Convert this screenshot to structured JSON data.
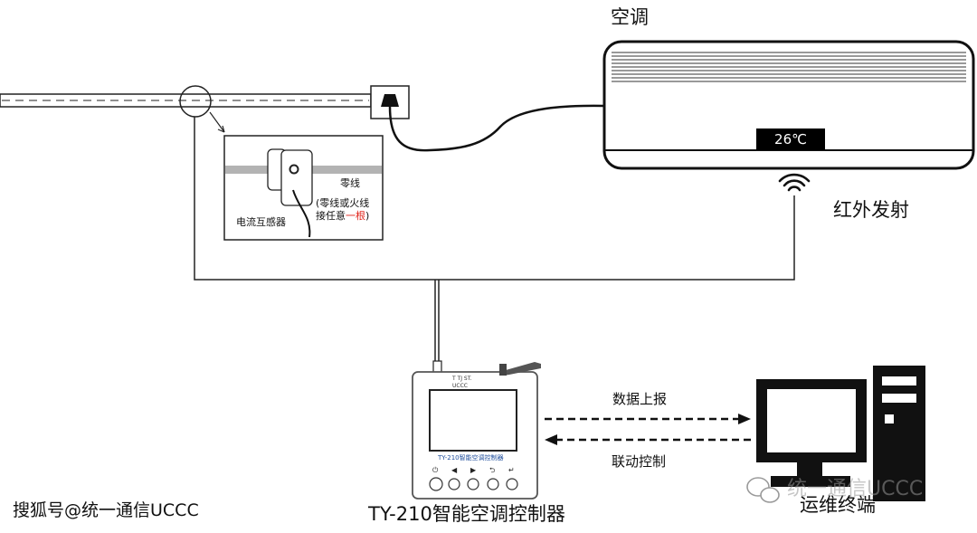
{
  "labels": {
    "air_conditioner": "空调",
    "ir_emit": "红外发射",
    "neutral_wire": "零线",
    "wire_note_prefix": "(零线或火线",
    "wire_note_line2": "接任意",
    "wire_note_highlight": "一根",
    "wire_note_suffix": ")",
    "current_transformer": "电流互感器",
    "data_report": "数据上报",
    "linkage_control": "联动控制",
    "controller_model": "TY-210智能空调控制器",
    "ops_terminal": "运维终端",
    "source_watermark": "搜狐号@统一通信UCCC",
    "wechat_watermark": "统一通信UCCC",
    "ac_temperature": "26℃",
    "device_header": "T  TJ  ST.",
    "device_brand": "UCCC",
    "device_screen_caption": "TY-210智能空调控制器",
    "device_buttons": [
      "⏻",
      "◀",
      "▶",
      "⮌",
      "↵"
    ]
  },
  "colors": {
    "line": "#1a1a1a",
    "highlight_red": "#e0241b",
    "screen_caption_blue": "#1f4e9c",
    "cable_gray": "#a8a8a8",
    "watermark": "#969696"
  },
  "icons": {
    "wechat": "wechat-icon",
    "wifi": "infrared-signal-icon",
    "socket": "wall-socket-icon",
    "computer": "desktop-computer-icon"
  }
}
